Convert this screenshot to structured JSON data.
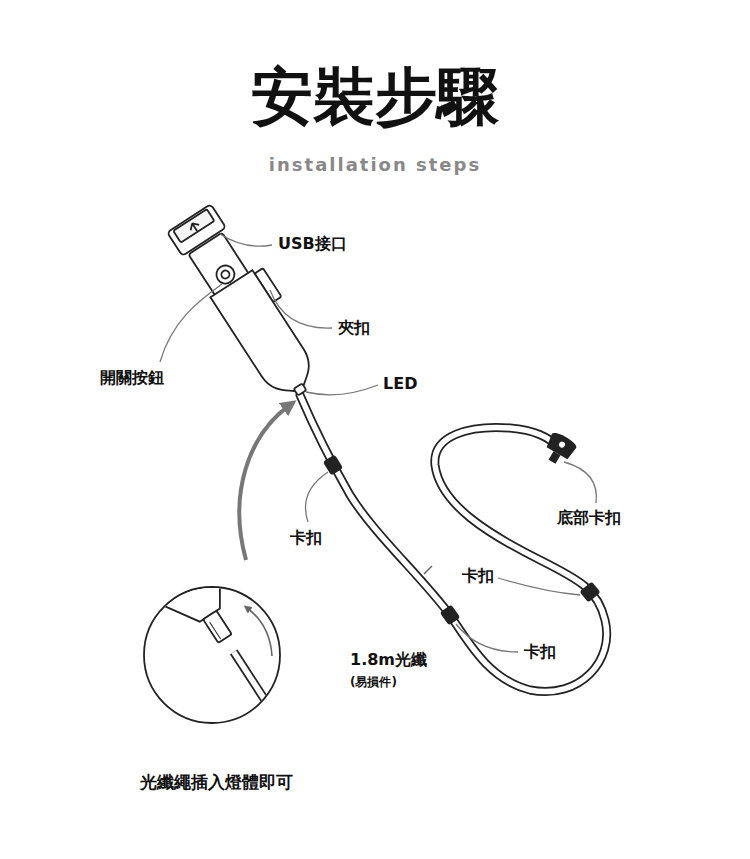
{
  "diagram": {
    "title": "安裝步驟",
    "caption": "光纖繩插入燈體即可",
    "labels": [
      "installation steps",
      "USB接口",
      "夾扣",
      "開關按鈕",
      "LED",
      "卡扣",
      "底部卡扣",
      "卡扣",
      "卡扣",
      "1.8m光纖",
      "(易損件)"
    ]
  }
}
